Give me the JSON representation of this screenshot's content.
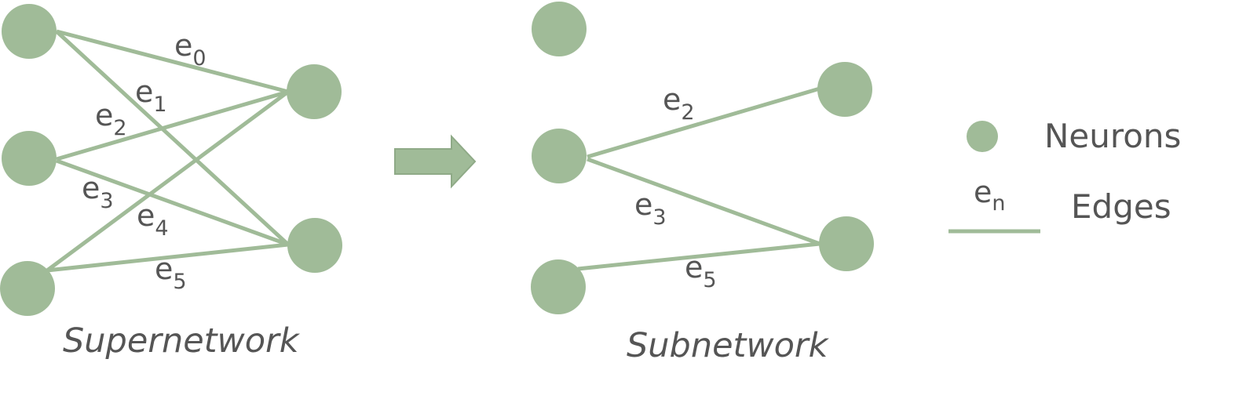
{
  "supernetwork": {
    "caption": "Supernetwork",
    "edges": [
      {
        "base": "e",
        "sub": "0"
      },
      {
        "base": "e",
        "sub": "1"
      },
      {
        "base": "e",
        "sub": "2"
      },
      {
        "base": "e",
        "sub": "3"
      },
      {
        "base": "e",
        "sub": "4"
      },
      {
        "base": "e",
        "sub": "5"
      }
    ]
  },
  "subnetwork": {
    "caption": "Subnetwork",
    "edges": [
      {
        "base": "e",
        "sub": "2"
      },
      {
        "base": "e",
        "sub": "3"
      },
      {
        "base": "e",
        "sub": "5"
      }
    ]
  },
  "legend": {
    "neurons_label": "Neurons",
    "edges_label": "Edges",
    "edge_symbol": {
      "base": "e",
      "sub": "n"
    }
  },
  "colors": {
    "node": "#a0bb98",
    "text": "#555555"
  }
}
